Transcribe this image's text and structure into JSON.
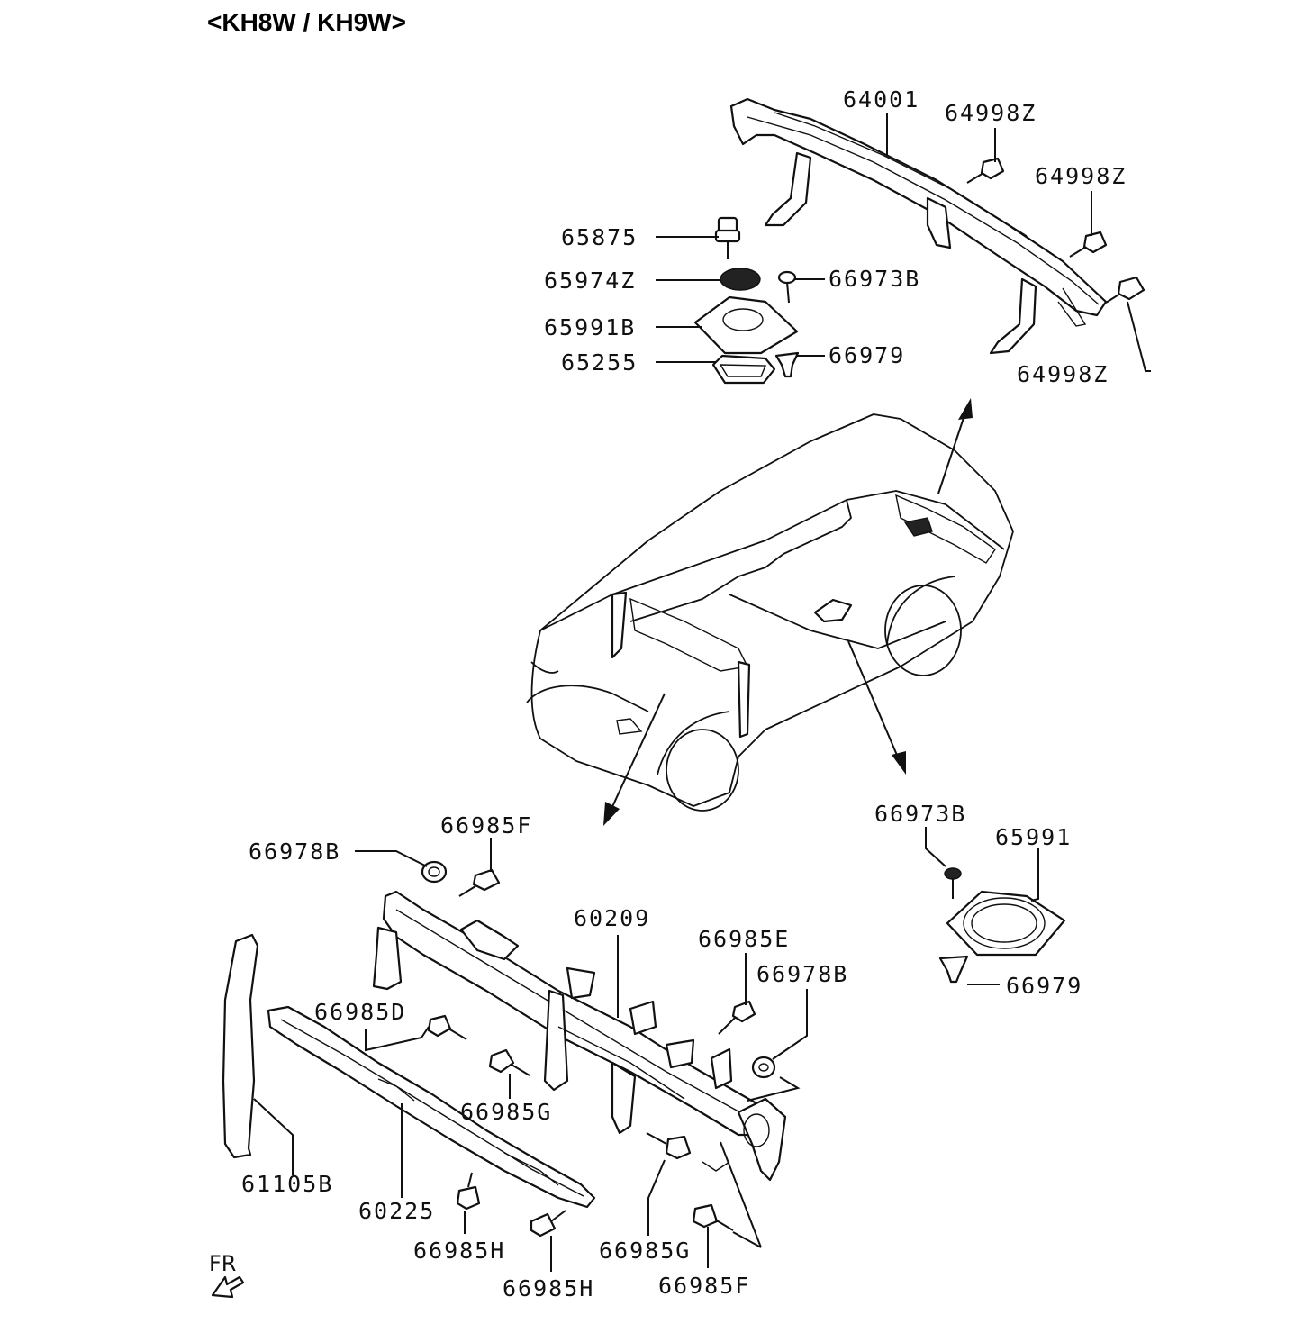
{
  "diagram": {
    "title": "<KH8W / KH9W>",
    "direction_label": "FR",
    "labels": {
      "p64001": "64001",
      "p64998z_1": "64998Z",
      "p64998z_2": "64998Z",
      "p64998z_3": "64998Z",
      "p65875": "65875",
      "p65974z": "65974Z",
      "p66973b_top": "66973B",
      "p65991b": "65991B",
      "p65255": "65255",
      "p66979_top": "66979",
      "p66973b_right": "66973B",
      "p65991": "65991",
      "p66979_right": "66979",
      "p66985f_top": "66985F",
      "p66978b_left": "66978B",
      "p60209": "60209",
      "p66985e": "66985E",
      "p66978b_right": "66978B",
      "p66985d": "66985D",
      "p66985g_upper": "66985G",
      "p61105b": "61105B",
      "p60225": "60225",
      "p66985h_1": "66985H",
      "p66985h_2": "66985H",
      "p66985g_lower": "66985G",
      "p66985f_bottom": "66985F"
    }
  }
}
